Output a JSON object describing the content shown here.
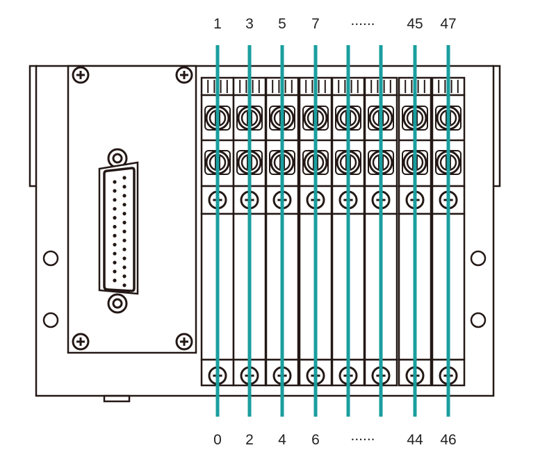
{
  "top_labels": [
    "1",
    "3",
    "5",
    "7",
    "......",
    "45",
    "47"
  ],
  "bottom_labels": [
    "0",
    "2",
    "4",
    "6",
    "......",
    "44",
    "46"
  ],
  "valve_station_count": 8,
  "connector": {
    "type": "D-sub 25-pin",
    "pins_row1": 13,
    "pins_row2": 12
  },
  "colors": {
    "line": "#1a9e9e",
    "stroke": "#231815"
  }
}
